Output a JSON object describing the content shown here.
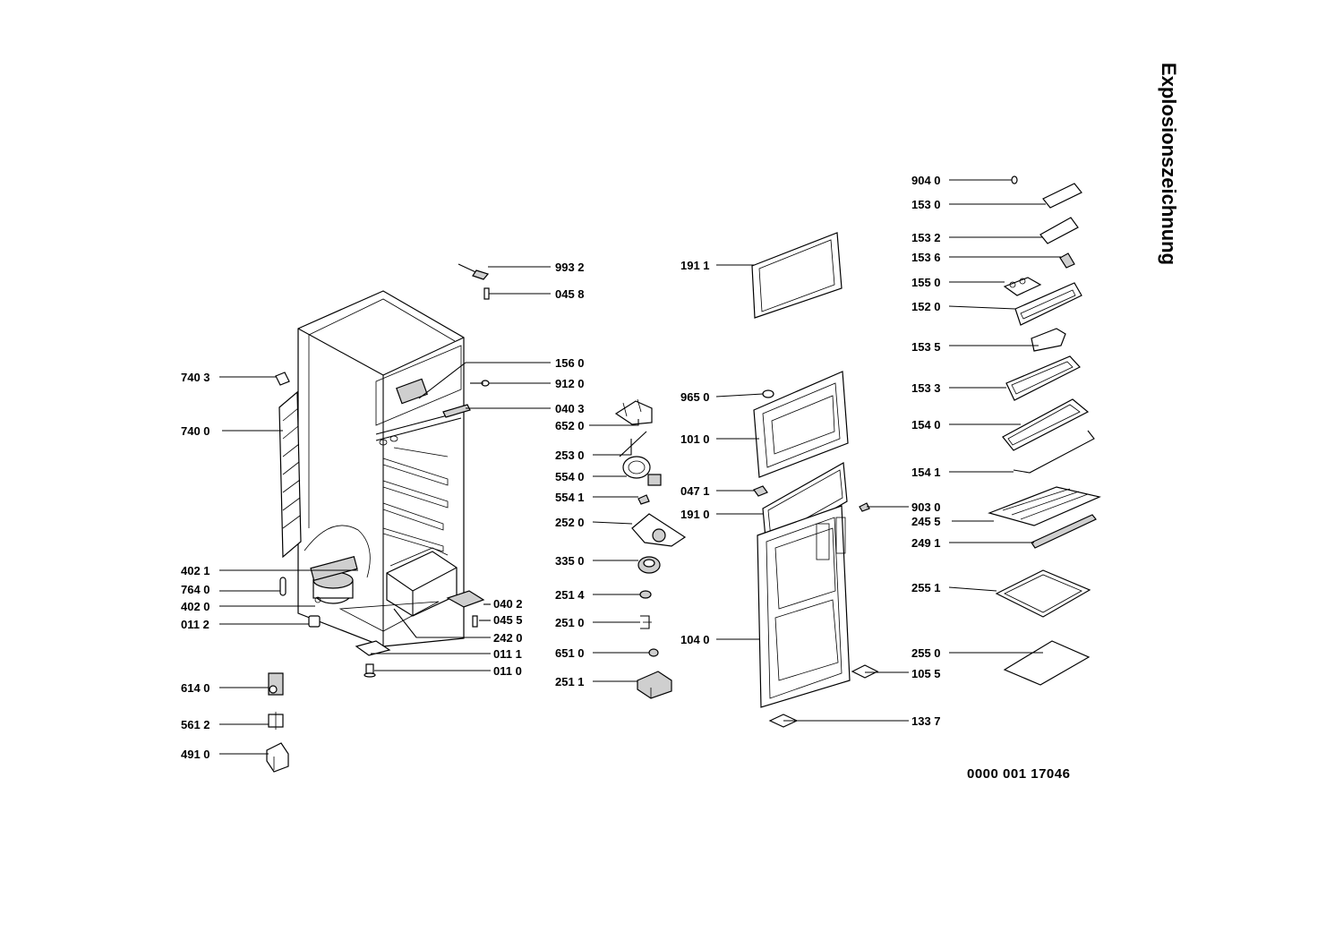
{
  "title": "Explosionszeichnung",
  "document_number": "0000 001 17046",
  "parts": {
    "p993_2": "993 2",
    "p045_8": "045 8",
    "p156_0": "156 0",
    "p912_0": "912 0",
    "p040_3": "040 3",
    "p652_0": "652 0",
    "p253_0": "253 0",
    "p554_0": "554 0",
    "p554_1": "554 1",
    "p252_0": "252 0",
    "p335_0": "335 0",
    "p251_4": "251 4",
    "p251_0": "251 0",
    "p651_0": "651 0",
    "p251_1": "251 1",
    "p740_3": "740 3",
    "p740_0": "740 0",
    "p402_1": "402 1",
    "p764_0": "764 0",
    "p402_0": "402 0",
    "p011_2": "011 2",
    "p040_2": "040 2",
    "p045_5": "045 5",
    "p242_0": "242 0",
    "p011_1": "011 1",
    "p011_0": "011 0",
    "p614_0": "614 0",
    "p561_2": "561 2",
    "p491_0": "491 0",
    "p191_1": "191 1",
    "p965_0": "965 0",
    "p101_0": "101 0",
    "p047_1": "047 1",
    "p191_0": "191 0",
    "p104_0": "104 0",
    "p903_0": "903 0",
    "p105_5": "105 5",
    "p133_7": "133 7",
    "p904_0": "904 0",
    "p153_0": "153 0",
    "p153_2": "153 2",
    "p153_6": "153 6",
    "p155_0": "155 0",
    "p152_0": "152 0",
    "p153_5": "153 5",
    "p153_3": "153 3",
    "p154_0": "154 0",
    "p154_1": "154 1",
    "p245_5": "245 5",
    "p249_1": "249 1",
    "p255_1": "255 1",
    "p255_0": "255 0"
  }
}
